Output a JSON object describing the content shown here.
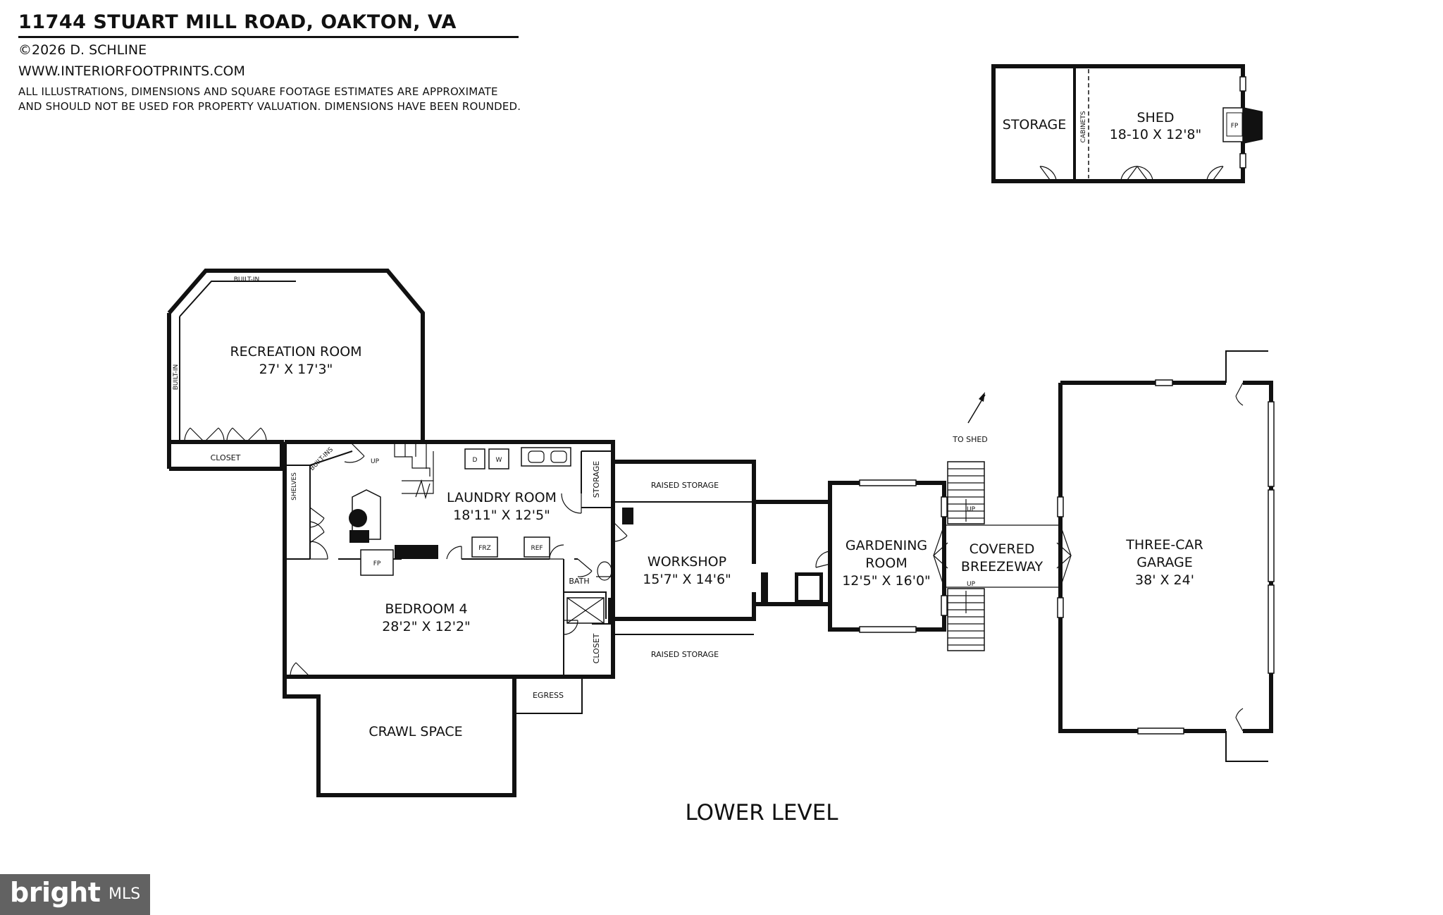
{
  "header": {
    "address": "11744 STUART MILL ROAD, OAKTON, VA",
    "copyright": "©2026 D. SCHLINE",
    "website": "WWW.INTERIORFOOTPRINTS.COM",
    "disclaimer_line1": "ALL ILLUSTRATIONS, DIMENSIONS AND SQUARE FOOTAGE ESTIMATES ARE APPROXIMATE",
    "disclaimer_line2": "AND  SHOULD NOT BE USED FOR PROPERTY VALUATION. DIMENSIONS HAVE BEEN ROUNDED."
  },
  "shed": {
    "storage": "STORAGE",
    "cabinets": "CABINETS",
    "name": "SHED",
    "dims": "18-10 X 12'8\"",
    "fp": "FP"
  },
  "rooms": {
    "recreation_name": "RECREATION ROOM",
    "recreation_dims": "27' X 17'3\"",
    "closet": "CLOSET",
    "built_in": "BUILT-IN",
    "built_ins": "BUILT-INS",
    "shelves": "SHELVES",
    "up": "UP",
    "laundry_name": "LAUNDRY ROOM",
    "laundry_dims": "18'11\" X 12'5\"",
    "d": "D",
    "w": "W",
    "storage": "STORAGE",
    "frz": "FRZ",
    "ref": "REF",
    "fp": "FP",
    "bath": "BATH",
    "bedroom_name": "BEDROOM 4",
    "bedroom_dims": "28'2\" X 12'2\"",
    "closet_vertical": "CLOSET",
    "egress": "EGRESS",
    "crawl": "CRAWL SPACE",
    "raised_storage": "RAISED STORAGE",
    "workshop_name": "WORKSHOP",
    "workshop_dims": "15'7\" X 14'6\"",
    "gardening_line1": "GARDENING",
    "gardening_line2": "ROOM",
    "gardening_dims": "12'5\" X 16'0\"",
    "to_shed": "TO SHED",
    "breezeway_line1": "COVERED",
    "breezeway_line2": "BREEZEWAY",
    "garage_line1": "THREE-CAR",
    "garage_line2": "GARAGE",
    "garage_dims": "38' X 24'"
  },
  "level_label": "LOWER LEVEL",
  "watermark": {
    "brand": "bright",
    "suffix": "MLS"
  }
}
